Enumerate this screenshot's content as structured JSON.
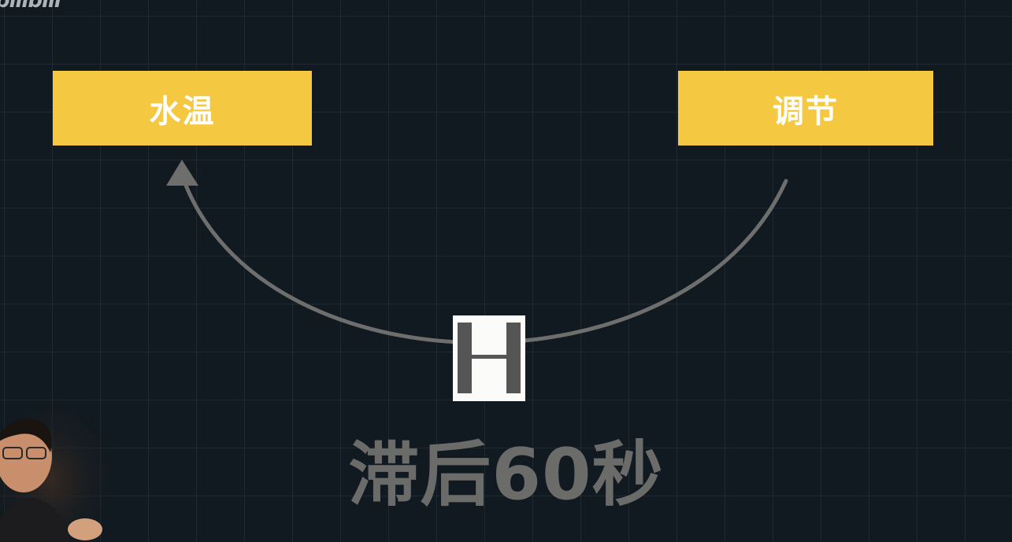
{
  "watermark": "bilibili",
  "nodes": {
    "water_temp": "水温",
    "adjust": "调节"
  },
  "delay": {
    "symbol": "H",
    "caption": "滞后60秒"
  },
  "colors": {
    "background": "#111a21",
    "node_fill": "#f5c842",
    "arrow": "#6e6e6c",
    "caption": "#6b6b69"
  },
  "icons": {
    "delay_block": "delay-icon",
    "arrow_head": "arrow-up-icon"
  }
}
